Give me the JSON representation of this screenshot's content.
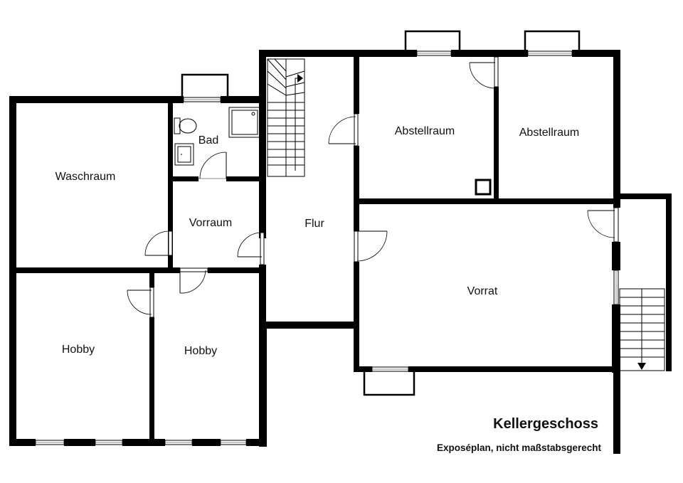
{
  "plan": {
    "title": "Kellergeschoss",
    "subtitle": "Exposéplan, nicht maßstabsgerecht"
  },
  "rooms": {
    "waschraum": "Waschraum",
    "bad": "Bad",
    "vorraum": "Vorraum",
    "flur": "Flur",
    "abstellraum_1": "Abstellraum",
    "abstellraum_2": "Abstellraum",
    "vorrat": "Vorrat",
    "hobby_1": "Hobby",
    "hobby_2": "Hobby"
  }
}
